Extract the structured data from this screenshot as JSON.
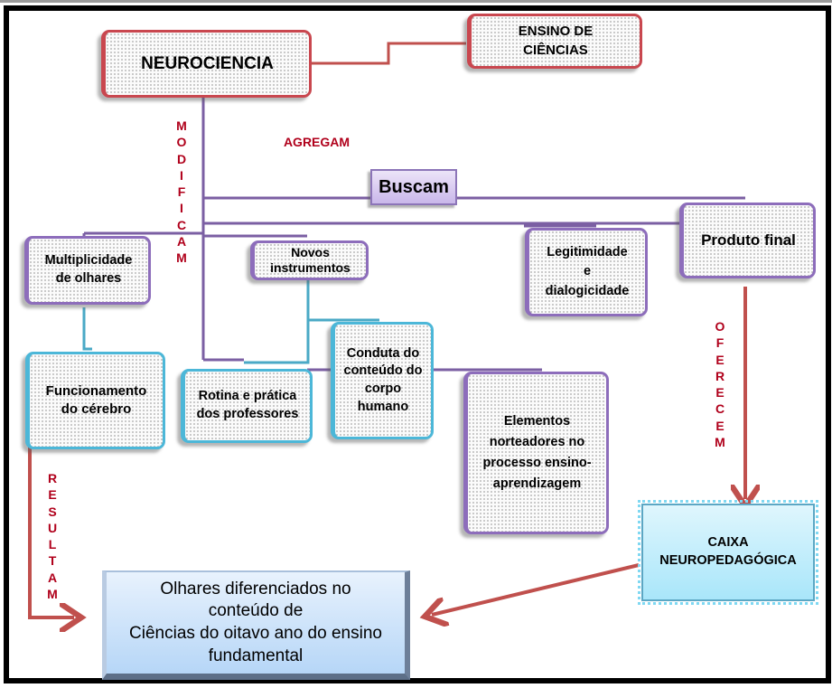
{
  "diagram": {
    "nodes": {
      "neurociencia": "NEUROCIENCIA",
      "ensino_de_ciencias": "ENSINO DE\nCIÊNCIAS",
      "buscam": "Buscam",
      "multiplicidade": "Multiplicidade\nde olhares",
      "novos_instrumentos": "Novos\ninstrumentos",
      "legitimidade": "Legitimidade\ne\ndialogicidade",
      "produto_final": "Produto final",
      "funcionamento": "Funcionamento\ndo cérebro",
      "rotina": "Rotina e prática\ndos professores",
      "conduta": "Conduta do\nconteúdo do\ncorpo\nhumano",
      "elementos": "Elementos\nnorteadores no\nprocesso ensino-\naprendizagem",
      "caixa": "CAIXA\nNEUROPEDAGÓGICA",
      "olhares": "Olhares diferenciados no\nconteúdo de\nCiências do oitavo ano do ensino\nfundamental"
    },
    "edge_labels": {
      "modificam": "M\nO\nD\nI\nF\nI\nC\nA\nM",
      "agregam": "AGREGAM",
      "oferecem": "O\nF\nE\nR\nE\nC\nE\nM",
      "resultam": "R\nE\nS\nU\nL\nT\nA\nM"
    },
    "colors": {
      "label_red": "#b0001b",
      "connector_purple": "#7b5fa3",
      "connector_cyan": "#4aa9c6",
      "connector_red": "#c0504d"
    }
  }
}
